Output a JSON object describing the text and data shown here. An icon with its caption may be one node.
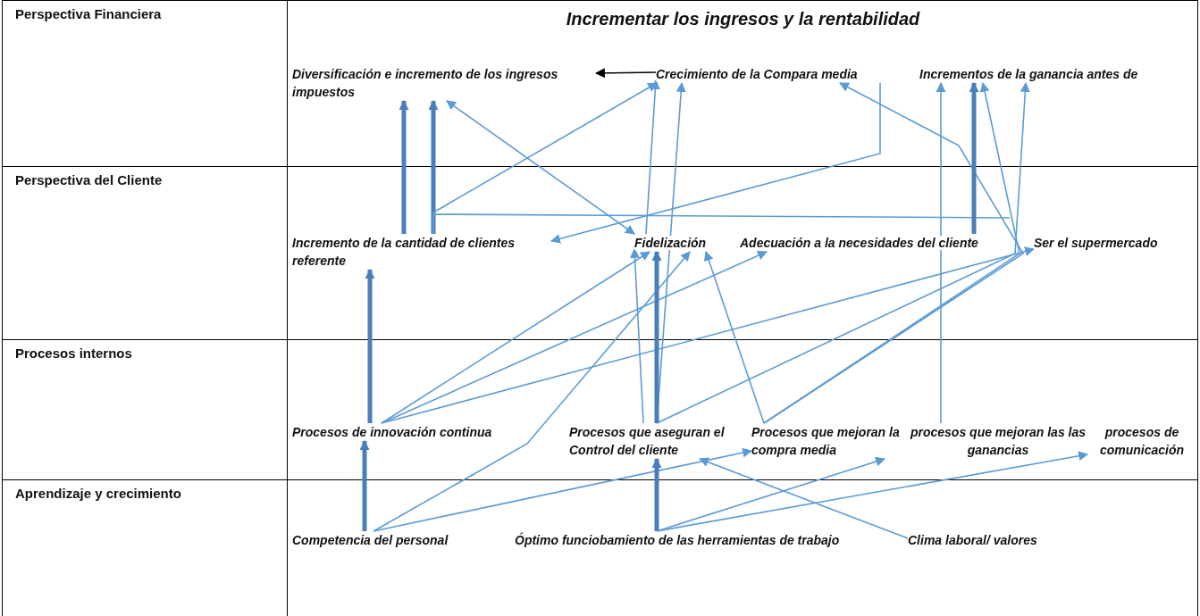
{
  "diagram": {
    "title": "Incrementar los ingresos y la rentabilidad",
    "nodes": [
      {
        "text": [
          "Perspectiva Financiera"
        ]
      },
      {
        "text": [
          "Diversificación e incremento de los ingresos impuestos"
        ],
        "in": 0
      },
      {
        "text": [
          "Crecimiento de la Compara media"
        ],
        "in": 0
      },
      {
        "text": [
          "Incrementos de la ganancia antes de"
        ],
        "in": 0
      },
      {
        "text": [
          "Perspectiva del Cliente"
        ]
      },
      {
        "text": [
          "Incremento de la cantidad de clientes referente"
        ],
        "in": 4
      },
      {
        "text": [
          "Fidelización"
        ],
        "in": 4
      },
      {
        "text": [
          "Adecuación a la necesidades del cliente"
        ],
        "in": 4
      },
      {
        "text": [
          "Ser el supermercado"
        ],
        "in": 4
      },
      {
        "text": [
          "Procesos internos"
        ]
      },
      {
        "text": [
          "Procesos de innovación continua"
        ],
        "in": 9
      },
      {
        "text": [
          "Procesos que aseguran el Control del cliente"
        ],
        "in": 9
      },
      {
        "text": [
          "Procesos que mejoran la compra media"
        ],
        "in": 9
      },
      {
        "text": [
          "procesos que mejoran las las ganancias"
        ],
        "in": 9
      },
      {
        "text": [
          "procesos de comunicación"
        ],
        "in": 9
      },
      {
        "text": [
          "Aprendizaje y crecimiento"
        ]
      },
      {
        "text": [
          "Competencia del personal"
        ],
        "in": 15
      },
      {
        "text": [
          "Óptimo funciobamiento de las herramientas de trabajo"
        ],
        "in": 15
      },
      {
        "text": [
          "Clima laboral/ valores"
        ],
        "in": 15
      }
    ],
    "edges": [
      {
        "from": 2,
        "to": 1,
        "arrow": "to",
        "color": "#000000"
      },
      {
        "from": 5,
        "to": 1,
        "arrow": "to",
        "style": "thick",
        "color": "#4a7ebb"
      },
      {
        "from": 5,
        "to": 1,
        "arrow": "to",
        "style": "thick",
        "color": "#4a7ebb"
      },
      {
        "from": 5,
        "to": 2,
        "arrow": "to"
      },
      {
        "from": 5,
        "to": null,
        "arrow": "none"
      },
      {
        "from": 1,
        "to": 6,
        "arrow": "both"
      },
      {
        "from": 2,
        "to": 5,
        "arrow": "to"
      },
      {
        "from": 6,
        "to": 2,
        "arrow": "to"
      },
      {
        "from": 11,
        "to": 2,
        "arrow": "to"
      },
      {
        "from": 12,
        "to": 2,
        "arrow": "to"
      },
      {
        "from": 11,
        "to": 3,
        "arrow": "to"
      },
      {
        "from": 12,
        "to": 3,
        "arrow": "to"
      },
      {
        "from": 13,
        "to": 3,
        "arrow": "to"
      },
      {
        "from": 7,
        "to": 3,
        "arrow": "to",
        "style": "thick",
        "color": "#4a7ebb"
      },
      {
        "from": 10,
        "to": 5,
        "arrow": "to",
        "style": "thick",
        "color": "#4a7ebb"
      },
      {
        "from": 10,
        "to": 6,
        "arrow": "to"
      },
      {
        "from": 10,
        "to": 7,
        "arrow": "to"
      },
      {
        "from": 10,
        "to": 8,
        "arrow": "to"
      },
      {
        "from": 16,
        "to": 6,
        "arrow": "to"
      },
      {
        "from": 16,
        "to": 12,
        "arrow": "to"
      },
      {
        "from": 16,
        "to": 10,
        "arrow": "to",
        "style": "thick",
        "color": "#4a7ebb"
      },
      {
        "from": 11,
        "to": 6,
        "arrow": "to",
        "style": "thick",
        "color": "#4a7ebb"
      },
      {
        "from": 11,
        "to": 6,
        "arrow": "to"
      },
      {
        "from": 12,
        "to": 6,
        "arrow": "to"
      },
      {
        "from": 17,
        "to": 11,
        "arrow": "to",
        "style": "thick",
        "color": "#4a7ebb"
      },
      {
        "from": 17,
        "to": 12,
        "arrow": "to"
      },
      {
        "from": 17,
        "to": 14,
        "arrow": "to"
      },
      {
        "from": 18,
        "to": 11,
        "arrow": "to"
      }
    ]
  }
}
